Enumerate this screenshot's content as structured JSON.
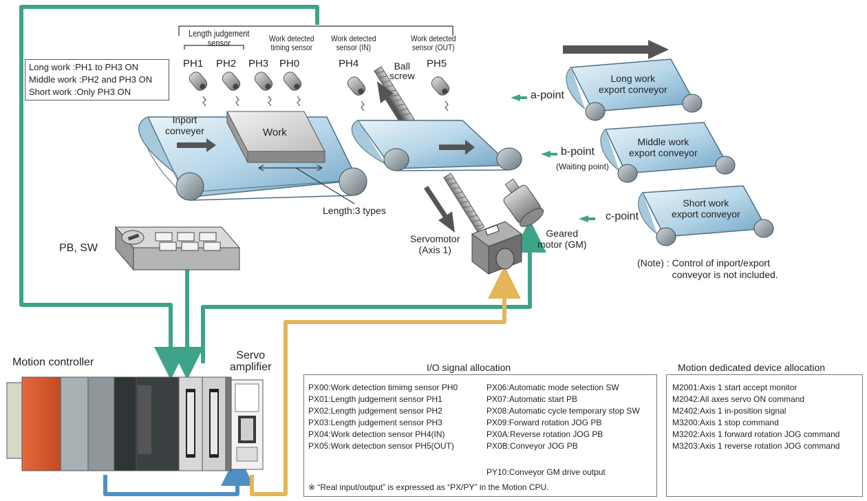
{
  "sensors": {
    "group_label": "Length judgement\nsensor",
    "timing_label": "Work detected\ntiming sensor",
    "in_label": "Work detected\nsensor (IN)",
    "out_label": "Work detected\nsensor (OUT)",
    "ph1": "PH1",
    "ph2": "PH2",
    "ph3": "PH3",
    "ph0": "PH0",
    "ph4": "PH4",
    "ph5": "PH5"
  },
  "legend": {
    "lines": [
      "Long work   :PH1 to PH3 ON",
      "Middle work :PH2 and PH3 ON",
      "Short work   :Only PH3 ON"
    ]
  },
  "inport": {
    "label": "Inport\nconveyer",
    "work": "Work",
    "length": "Length:3 types"
  },
  "ball_screw": "Ball\nscrew",
  "points": {
    "a": "a-point",
    "b": "b-point",
    "b_note": "(Waiting point)",
    "c": "c-point"
  },
  "export": {
    "long": "Long work\nexport conveyor",
    "middle": "Middle work\nexport conveyor",
    "short": "Short work\nexport conveyor"
  },
  "devices": {
    "pb_sw": "PB, SW",
    "servomotor": "Servomotor\n(Axis 1)",
    "geared_motor": "Geared\nmotor (GM)",
    "motion_controller": "Motion controller",
    "servo_amplifier": "Servo\namplifier"
  },
  "note": "(Note) : Control of inport/export\n             conveyor is not included.",
  "io": {
    "title": "I/O signal allocation",
    "left": [
      "PX00:Work detection timimg sensor PH0",
      "PX01:Length judgement sensor PH1",
      "PX02:Length judgement sensor PH2",
      "PX03:Length judgement sensor PH3",
      "PX04:Work detection sensor PH4(IN)",
      "PX05:Work detection sensor PH5(OUT)"
    ],
    "right": [
      "PX06:Automatic mode selection SW",
      "PX07:Automatic start PB",
      "PX08:Automatic cycle temporary stop SW",
      "PX09:Forward rotation JOG PB",
      "PX0A:Reverse rotation JOG PB",
      "PX0B:Conveyor JOG PB"
    ],
    "output": "PY10:Conveyor GM drive output",
    "footnote": "※ “Real input/output” is expressed as “PX/PY” in the Motion CPU."
  },
  "motion": {
    "title": "Motion dedicated device allocation",
    "lines": [
      "M2001:Axis 1 start accept monitor",
      "M2042:All axes servo ON command",
      "M2402:Axis 1 in-position signal",
      "M3200:Axis 1 stop command",
      "M3202:Axis 1 forward rotation JOG command",
      "M3203:Axis 1 reverse rotation JOG command"
    ]
  },
  "colors": {
    "green_line": "#3fa38a",
    "blue_line": "#4f8fc6",
    "yellow_line": "#e3b65a",
    "arrow_dark": "#555555"
  }
}
